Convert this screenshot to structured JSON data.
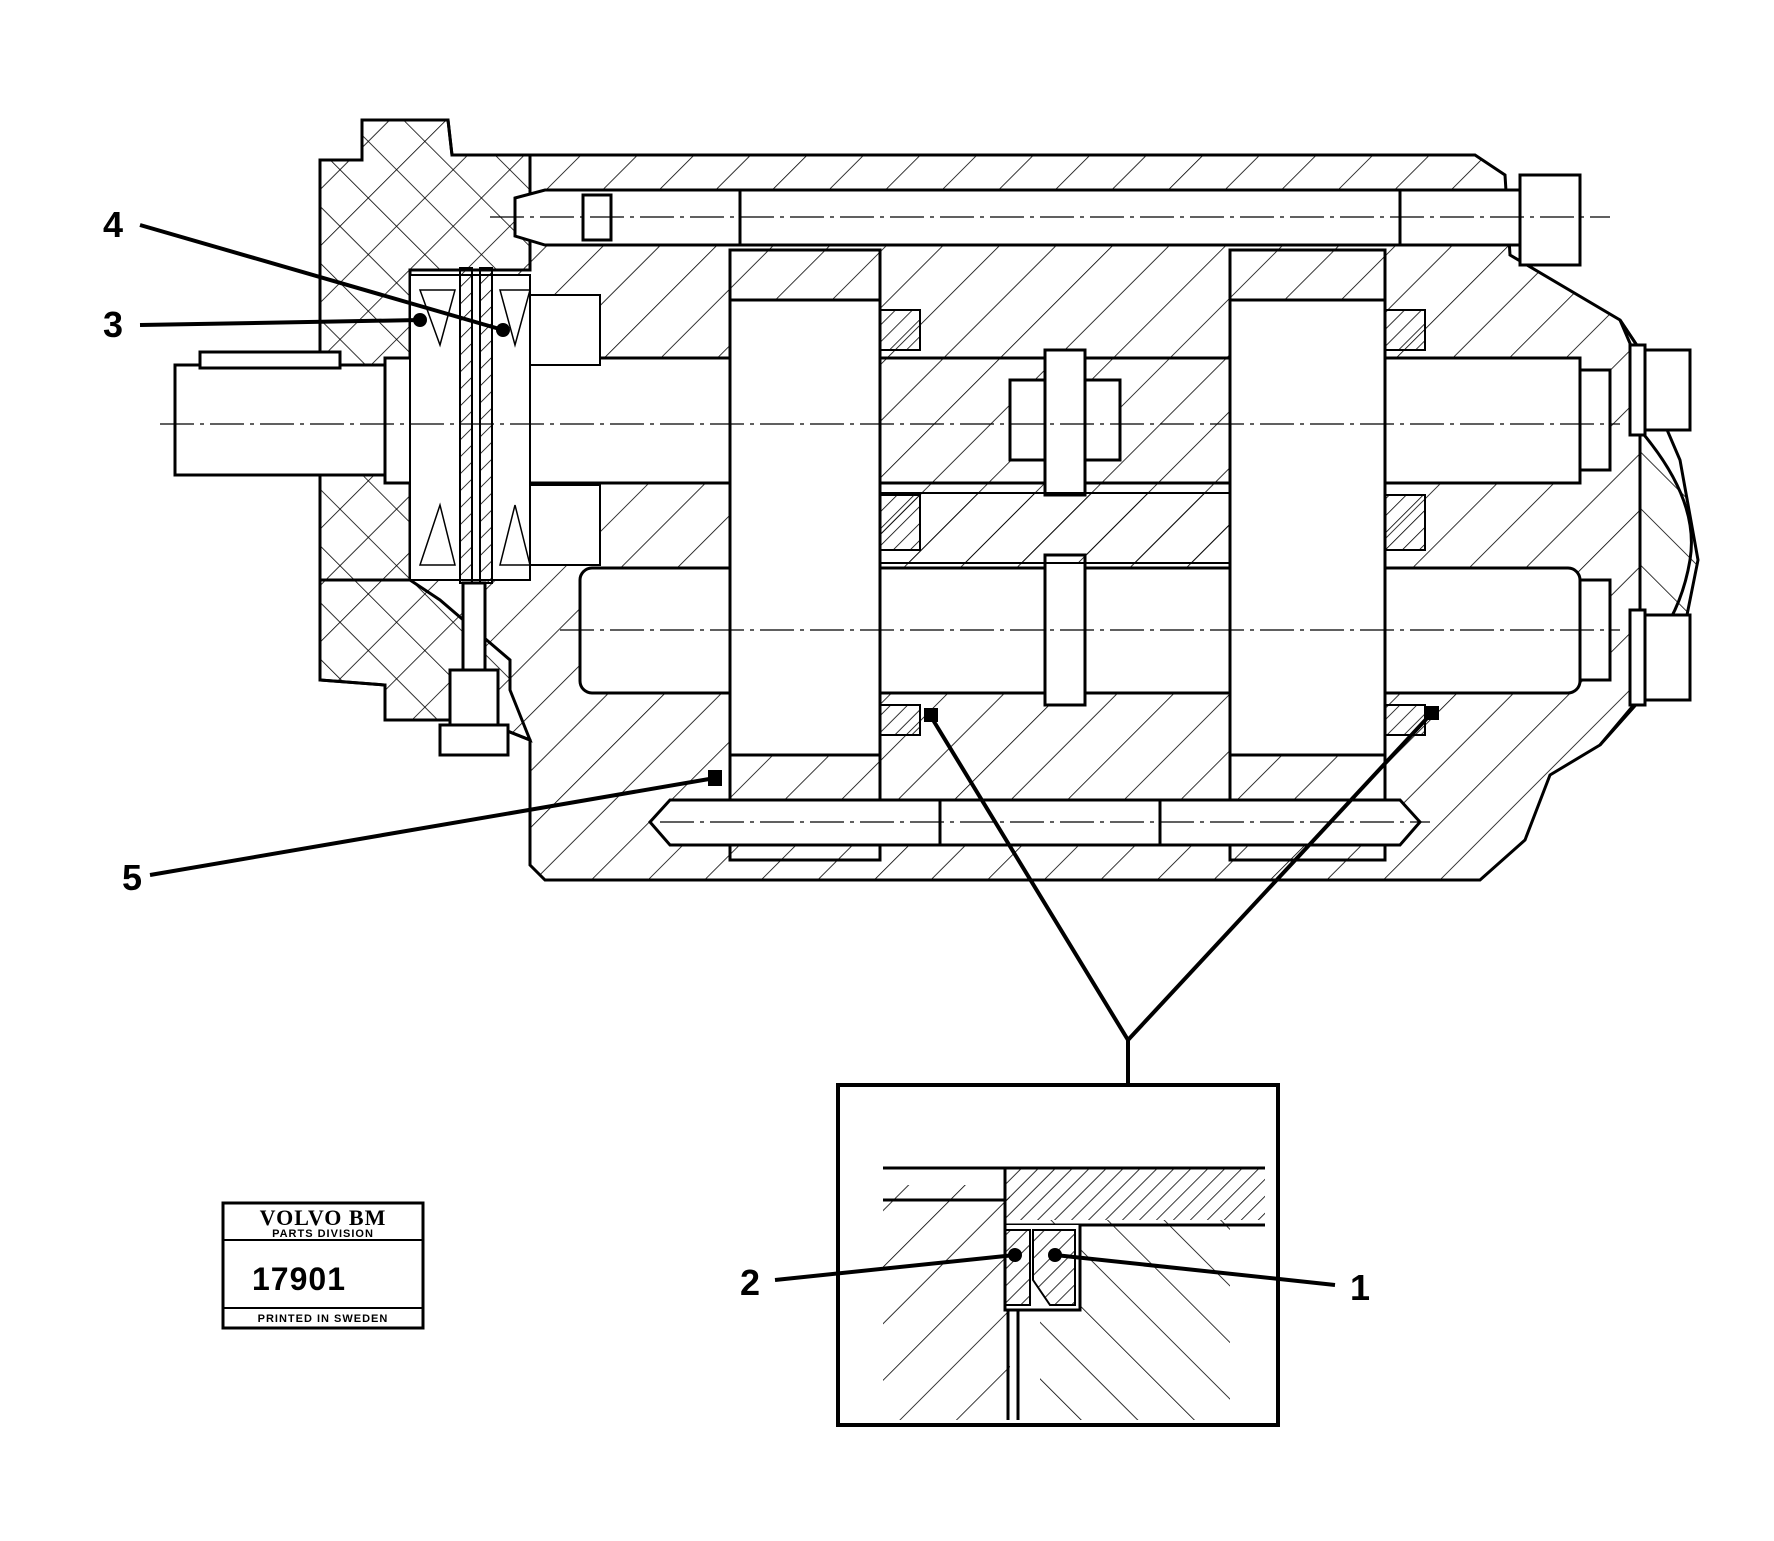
{
  "callouts": [
    {
      "id": "1",
      "label": "1"
    },
    {
      "id": "2",
      "label": "2"
    },
    {
      "id": "3",
      "label": "3"
    },
    {
      "id": "4",
      "label": "4"
    },
    {
      "id": "5",
      "label": "5"
    }
  ],
  "stamp": {
    "brand": "VOLVO BM",
    "division": "PARTS DIVISION",
    "number": "17901",
    "printed": "PRINTED IN SWEDEN"
  }
}
